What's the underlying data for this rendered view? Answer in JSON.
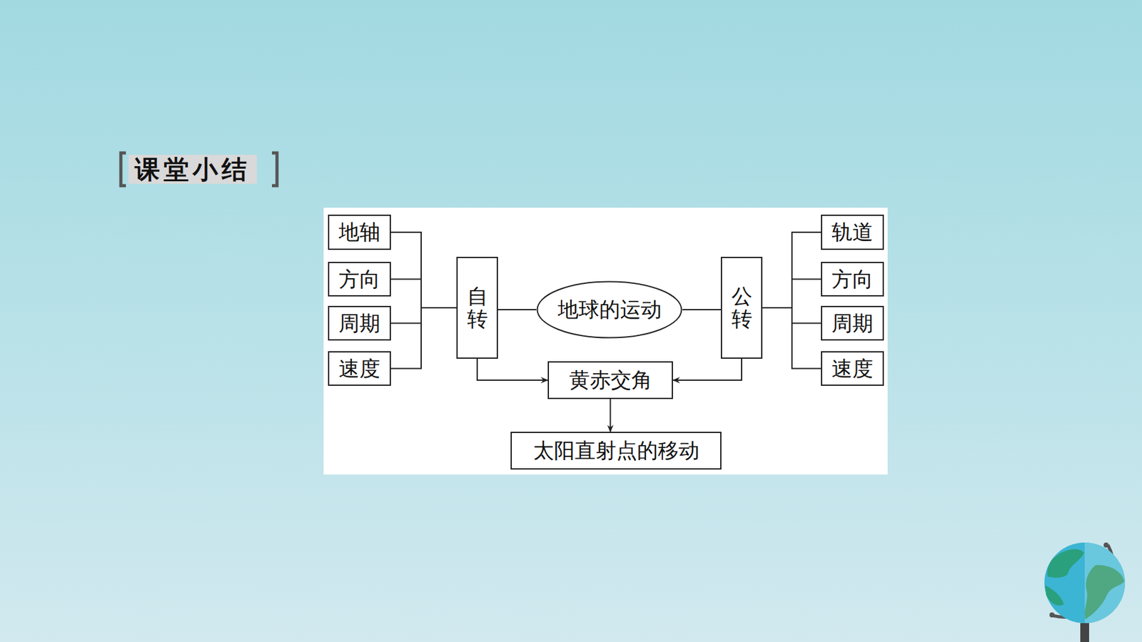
{
  "diagram": {
    "title": "课堂小结",
    "nodes": [
      {
        "text": [
          "地轴"
        ]
      },
      {
        "text": [
          "方向"
        ]
      },
      {
        "text": [
          "周期"
        ]
      },
      {
        "text": [
          "速度"
        ]
      },
      {
        "text": [
          "自转"
        ]
      },
      {
        "text": [
          "地球的运动"
        ]
      },
      {
        "text": [
          "公转"
        ]
      },
      {
        "text": [
          "轨道"
        ]
      },
      {
        "text": [
          "方向"
        ]
      },
      {
        "text": [
          "周期"
        ]
      },
      {
        "text": [
          "速度"
        ]
      },
      {
        "text": [
          "黄赤交角"
        ]
      },
      {
        "text": [
          "太阳直射点的移动"
        ]
      }
    ],
    "edges": [
      {
        "from": 4,
        "to": 0,
        "arrow": "none"
      },
      {
        "from": 4,
        "to": 1,
        "arrow": "none"
      },
      {
        "from": 4,
        "to": 2,
        "arrow": "none"
      },
      {
        "from": 4,
        "to": 3,
        "arrow": "none"
      },
      {
        "from": 5,
        "to": 4,
        "arrow": "none"
      },
      {
        "from": 5,
        "to": 6,
        "arrow": "none"
      },
      {
        "from": 6,
        "to": 7,
        "arrow": "none"
      },
      {
        "from": 6,
        "to": 8,
        "arrow": "none"
      },
      {
        "from": 6,
        "to": 9,
        "arrow": "none"
      },
      {
        "from": 6,
        "to": 10,
        "arrow": "none"
      },
      {
        "from": 4,
        "to": 11,
        "arrow": "to"
      },
      {
        "from": 6,
        "to": 11,
        "arrow": "to"
      },
      {
        "from": 11,
        "to": 12,
        "arrow": "to"
      }
    ]
  }
}
